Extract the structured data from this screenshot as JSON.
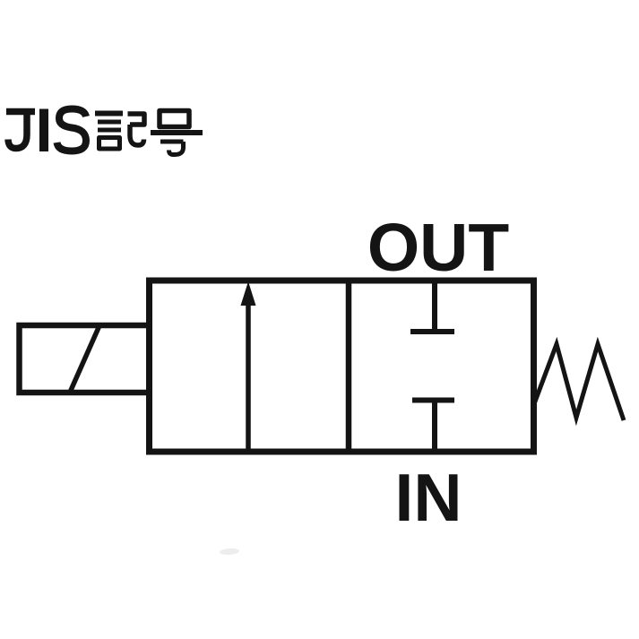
{
  "page": {
    "background": "#ffffff",
    "line_color": "#141414"
  },
  "header": {
    "title": "JIS記号"
  },
  "diagram": {
    "kind": "jis-solenoid-valve-symbol",
    "labels": {
      "out": "OUT",
      "in": "IN"
    }
  }
}
